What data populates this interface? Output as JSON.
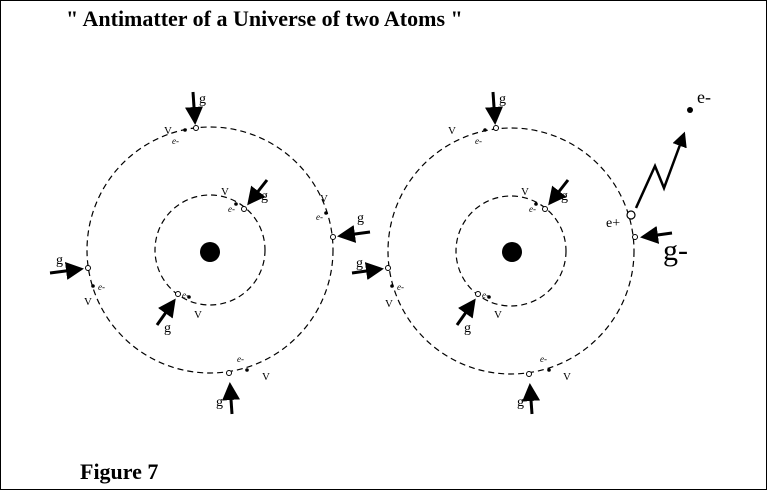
{
  "title": "\" Antimatter of a Universe of two Atoms \"",
  "caption": "Figure 7",
  "labels": {
    "gamma": "g",
    "neutrino": "V",
    "electron": "e-",
    "positron": "e+",
    "emitted_electron": "e-",
    "incoming_gamma": "g-"
  }
}
